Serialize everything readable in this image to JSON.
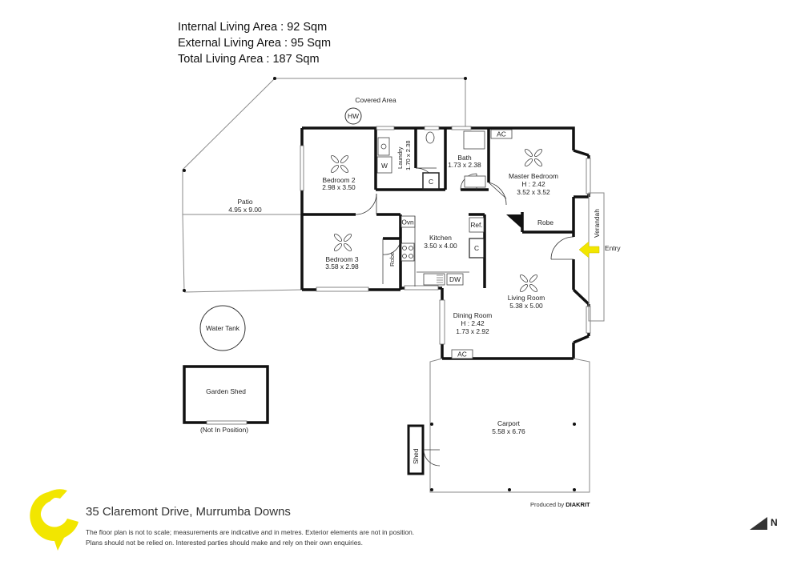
{
  "areas": {
    "internal": "Internal Living Area : 92 Sqm",
    "external": "External Living Area : 95 Sqm",
    "total": "Total Living Area : 187 Sqm"
  },
  "rooms": {
    "covered_area": "Covered Area",
    "hw": "HW",
    "patio_name": "Patio",
    "patio_dims": "4.95 x 9.00",
    "bedroom2_name": "Bedroom 2",
    "bedroom2_dims": "2.98 x 3.50",
    "laundry_name": "Laundry",
    "laundry_dims": "1.70 x 2.38",
    "w": "W",
    "c1": "C",
    "bath_name": "Bath",
    "bath_dims": "1.73 x 2.38",
    "ac1": "AC",
    "master_name": "Master Bedroom",
    "master_height": "H : 2.42",
    "master_dims": "3.52 x 3.52",
    "robe1": "Robe",
    "verandah": "Verandah",
    "entry": "Entry",
    "bedroom3_name": "Bedroom 3",
    "bedroom3_dims": "3.58 x 2.98",
    "robe2": "Robe",
    "ovn": "Ovn",
    "kitchen_name": "Kitchen",
    "kitchen_dims": "3.50 x 4.00",
    "ref": "Ref.",
    "c2": "C",
    "dw": "DW",
    "living_name": "Living Room",
    "living_dims": "5.38 x 5.00",
    "dining_name": "Dining Room",
    "dining_height": "H : 2.42",
    "dining_dims": "1.73 x 2.92",
    "ac2": "AC",
    "water_tank": "Water Tank",
    "garden_shed": "Garden Shed",
    "not_in_position": "(Not In Position)",
    "carport_name": "Carport",
    "carport_dims": "5.58 x 6.76",
    "shed": "Shed"
  },
  "footer": {
    "address": "35 Claremont Drive, Murrumba Downs",
    "note1": "The floor plan is not to scale; measurements are indicative and in metres. Exterior elements are not in position.",
    "note2": "Plans should not be relied on. Interested parties should make and rely on their own enquiries.",
    "produced_by": "Produced by",
    "brand": "DIAKRIT",
    "north": "N"
  },
  "colors": {
    "logo": "#f2e600",
    "wall": "#111111",
    "exterior": "#8a8a8a",
    "arrow": "#f2e600"
  }
}
